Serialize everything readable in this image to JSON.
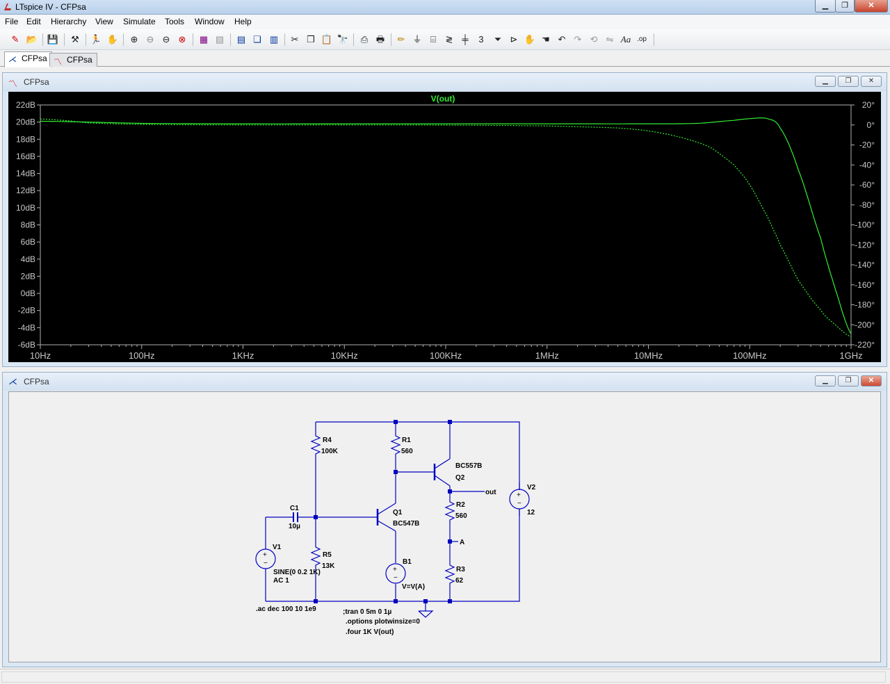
{
  "window": {
    "title": "LTspice IV - CFPsa"
  },
  "menu": [
    "File",
    "Edit",
    "Hierarchy",
    "View",
    "Simulate",
    "Tools",
    "Window",
    "Help"
  ],
  "tabs": [
    {
      "label": "CFPsa",
      "kind": "schematic",
      "active": true
    },
    {
      "label": "CFPsa",
      "kind": "waveform",
      "active": false
    }
  ],
  "plot_window": {
    "title": "CFPsa"
  },
  "schematic_window": {
    "title": "CFPsa"
  },
  "toolbar_icons": [
    "new-schematic-icon",
    "open-icon",
    "save-icon",
    "control-panel-icon",
    "run-icon",
    "halt-icon",
    "zoom-in-icon",
    "zoom-out-icon",
    "zoom-out-more-icon",
    "zoom-fit-icon",
    "autorange-icon",
    "mark-icon",
    "tile-horizontal-icon",
    "cascade-icon",
    "tile-vertical-icon",
    "cut-icon",
    "copy-icon",
    "paste-icon",
    "find-icon",
    "print-preview-icon",
    "print-icon",
    "wire-icon",
    "ground-icon",
    "label-icon",
    "resistor-icon",
    "capacitor-icon",
    "inductor-icon",
    "diode-icon",
    "component-icon",
    "move-icon",
    "drag-icon",
    "undo-icon",
    "redo-icon",
    "rotate-icon",
    "mirror-icon",
    "text-icon",
    "spice-directive-icon"
  ],
  "chart_data": {
    "type": "line",
    "title": "V(out)",
    "x_scale": "log",
    "x_ticks": [
      "10Hz",
      "100Hz",
      "1KHz",
      "10KHz",
      "100KHz",
      "1MHz",
      "10MHz",
      "100MHz",
      "1GHz"
    ],
    "x_range_hz": [
      10,
      1000000000
    ],
    "y_left_ticks": [
      "22dB",
      "20dB",
      "18dB",
      "16dB",
      "14dB",
      "12dB",
      "10dB",
      "8dB",
      "6dB",
      "4dB",
      "2dB",
      "0dB",
      "-2dB",
      "-4dB",
      "-6dB"
    ],
    "y_left_range": [
      -6,
      22
    ],
    "y_right_ticks": [
      "20°",
      "0°",
      "-20°",
      "-40°",
      "-60°",
      "-80°",
      "-100°",
      "-120°",
      "-140°",
      "-160°",
      "-180°",
      "-200°",
      "-220°"
    ],
    "y_right_range": [
      -220,
      20
    ],
    "grid": false,
    "trace_color": "#33ee33",
    "series": [
      {
        "name": "V(out)",
        "style": "solid",
        "axis": "magnitude_dB",
        "x": [
          10,
          30,
          100,
          1000,
          10000,
          100000,
          1000000,
          10000000,
          30000000,
          70000000,
          100000000,
          150000000,
          200000000,
          300000000,
          500000000,
          700000000,
          1000000000
        ],
        "y": [
          20.1,
          20.0,
          19.85,
          19.8,
          19.8,
          19.8,
          19.8,
          19.8,
          19.85,
          20.2,
          20.4,
          20.4,
          19.3,
          14.5,
          6.5,
          0.5,
          -4.7
        ]
      },
      {
        "name": "V(out) phase",
        "style": "dashed",
        "axis": "phase_deg",
        "x": [
          10,
          20,
          30,
          100,
          1000,
          10000,
          100000,
          1000000,
          5000000,
          10000000,
          20000000,
          40000000,
          70000000,
          100000000,
          150000000,
          200000000,
          300000000,
          500000000,
          700000000,
          1000000000
        ],
        "y": [
          6,
          4,
          2,
          0.5,
          0,
          0,
          -0.2,
          -1,
          -3,
          -6,
          -12,
          -22,
          -40,
          -60,
          -92,
          -120,
          -155,
          -185,
          -200,
          -212
        ]
      }
    ]
  },
  "schematic": {
    "components": [
      {
        "ref": "R4",
        "value": "100K"
      },
      {
        "ref": "R1",
        "value": "560"
      },
      {
        "ref": "Q2",
        "value": "BC557B"
      },
      {
        "ref": "C1",
        "value": "10µ"
      },
      {
        "ref": "Q1",
        "value": "BC547B"
      },
      {
        "ref": "R2",
        "value": "560"
      },
      {
        "ref": "R5",
        "value": "13K"
      },
      {
        "ref": "B1",
        "value": "V=V(A)"
      },
      {
        "ref": "R3",
        "value": "62"
      },
      {
        "ref": "V1",
        "value": "SINE(0 0.2 1K)",
        "value2": "AC 1"
      },
      {
        "ref": "V2",
        "value": "12"
      }
    ],
    "net_labels": {
      "out": "out",
      "a": "A"
    },
    "directives": [
      ".ac dec 100 10 1e9",
      ";tran 0 5m 0 1µ",
      ".options plotwinsize=0",
      ".four 1K V(out)"
    ]
  }
}
